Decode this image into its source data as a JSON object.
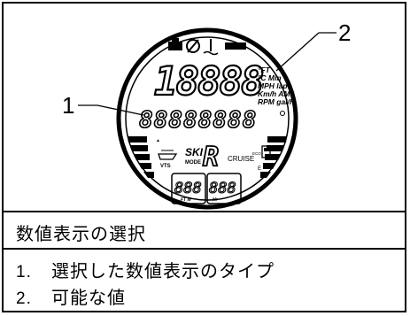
{
  "figure": {
    "callouts": [
      "1",
      "2"
    ],
    "display": {
      "big_digits": "18888",
      "units": [
        "°FT",
        "°C Min",
        "MPH lap",
        "Km/h AM",
        "RPM gal/h"
      ],
      "alnum_row": "88888888",
      "ski_mode": "SKI",
      "mode_label": "MODE",
      "vts_label": "VTS",
      "gear_char": "R",
      "cruise_label": "CRUISE",
      "eco_label": "ECO",
      "fuel_f": "F",
      "fuel_e": "E",
      "bottom_left_digits": "888",
      "bottom_left_unit": "FT M",
      "bottom_right_digits": "888",
      "bottom_right_unit": "Hr"
    }
  },
  "caption": "数値表示の選択",
  "legend": [
    {
      "num": "1.",
      "text": "選択した数値表示のタイプ"
    },
    {
      "num": "2.",
      "text": "可能な値"
    }
  ]
}
